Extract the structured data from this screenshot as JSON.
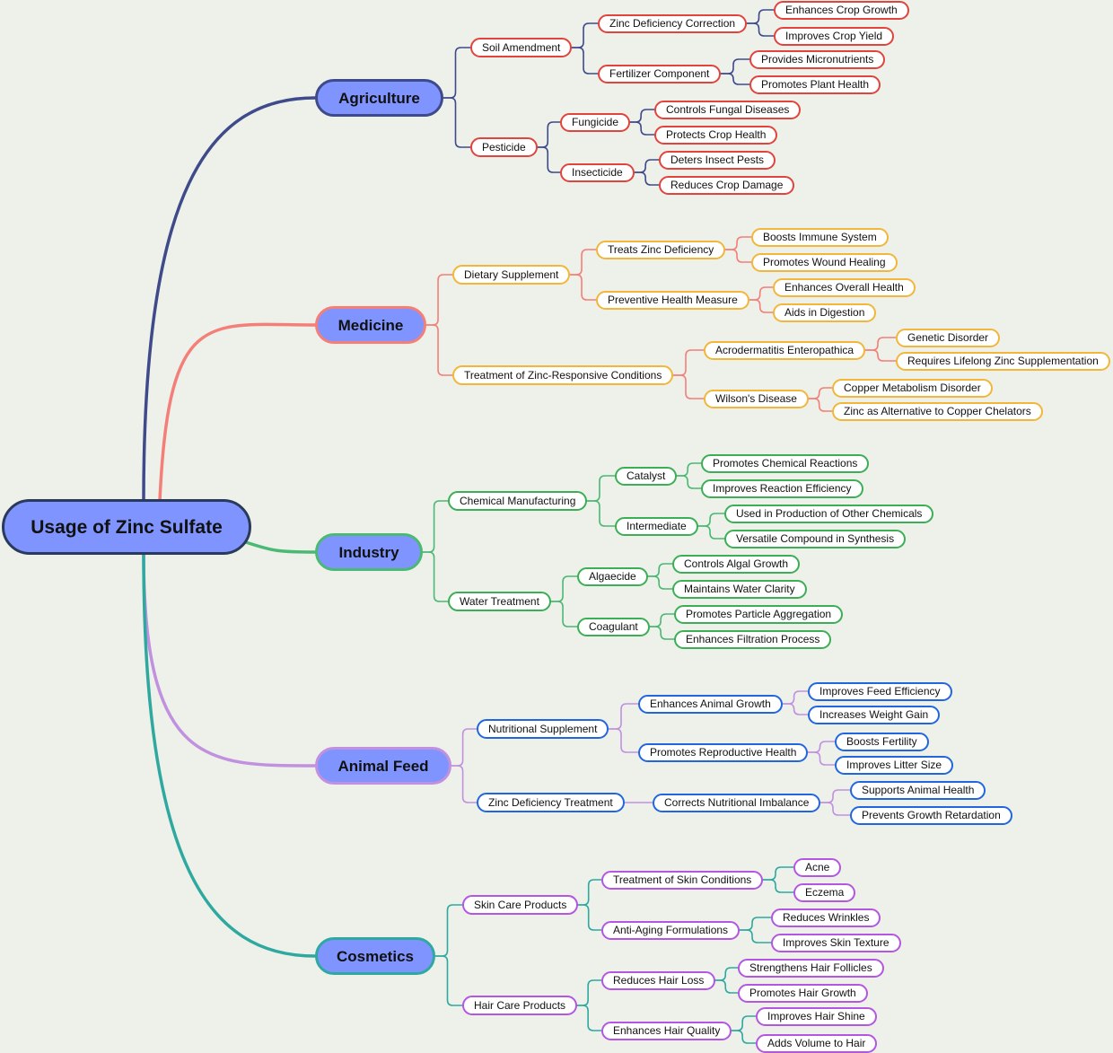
{
  "root": "Usage of Zinc Sulfate",
  "colors": {
    "background": "#edf1ea",
    "agriculture": "#3f4a8a",
    "medicine": "#f47f79",
    "industry": "#4bb874",
    "animal_feed": "#c191e0",
    "cosmetics": "#2fa9a0",
    "red_leaf": "#e0443c",
    "yellow_leaf": "#f2b63a",
    "green_leaf": "#3cae55",
    "blue_leaf": "#2266dd",
    "purple_leaf": "#b456e0",
    "root_border": "#2a3a5a",
    "main_fill": "#7f94ff"
  },
  "branches": [
    {
      "label": "Agriculture",
      "color": "#3f4a8a",
      "leaf_color": "#e0443c",
      "children": [
        {
          "label": "Soil Amendment",
          "children": [
            {
              "label": "Zinc Deficiency Correction",
              "children": [
                {
                  "label": "Enhances Crop Growth"
                },
                {
                  "label": "Improves Crop Yield"
                }
              ]
            },
            {
              "label": "Fertilizer Component",
              "children": [
                {
                  "label": "Provides Micronutrients"
                },
                {
                  "label": "Promotes Plant Health"
                }
              ]
            }
          ]
        },
        {
          "label": "Pesticide",
          "children": [
            {
              "label": "Fungicide",
              "children": [
                {
                  "label": "Controls Fungal Diseases"
                },
                {
                  "label": "Protects Crop Health"
                }
              ]
            },
            {
              "label": "Insecticide",
              "children": [
                {
                  "label": "Deters Insect Pests"
                },
                {
                  "label": "Reduces Crop Damage"
                }
              ]
            }
          ]
        }
      ]
    },
    {
      "label": "Medicine",
      "color": "#f47f79",
      "leaf_color": "#f2b63a",
      "children": [
        {
          "label": "Dietary Supplement",
          "children": [
            {
              "label": "Treats Zinc Deficiency",
              "children": [
                {
                  "label": "Boosts Immune System"
                },
                {
                  "label": "Promotes Wound Healing"
                }
              ]
            },
            {
              "label": "Preventive Health Measure",
              "children": [
                {
                  "label": "Enhances Overall Health"
                },
                {
                  "label": "Aids in Digestion"
                }
              ]
            }
          ]
        },
        {
          "label": "Treatment of Zinc-Responsive Conditions",
          "children": [
            {
              "label": "Acrodermatitis Enteropathica",
              "children": [
                {
                  "label": "Genetic Disorder"
                },
                {
                  "label": "Requires Lifelong Zinc Supplementation"
                }
              ]
            },
            {
              "label": "Wilson's Disease",
              "children": [
                {
                  "label": "Copper Metabolism Disorder"
                },
                {
                  "label": "Zinc as Alternative to Copper Chelators"
                }
              ]
            }
          ]
        }
      ]
    },
    {
      "label": "Industry",
      "color": "#4bb874",
      "leaf_color": "#3cae55",
      "children": [
        {
          "label": "Chemical Manufacturing",
          "children": [
            {
              "label": "Catalyst",
              "children": [
                {
                  "label": "Promotes Chemical Reactions"
                },
                {
                  "label": "Improves Reaction Efficiency"
                }
              ]
            },
            {
              "label": "Intermediate",
              "children": [
                {
                  "label": "Used in Production of Other Chemicals"
                },
                {
                  "label": "Versatile Compound in Synthesis"
                }
              ]
            }
          ]
        },
        {
          "label": "Water Treatment",
          "children": [
            {
              "label": "Algaecide",
              "children": [
                {
                  "label": "Controls Algal Growth"
                },
                {
                  "label": "Maintains Water Clarity"
                }
              ]
            },
            {
              "label": "Coagulant",
              "children": [
                {
                  "label": "Promotes Particle Aggregation"
                },
                {
                  "label": "Enhances Filtration Process"
                }
              ]
            }
          ]
        }
      ]
    },
    {
      "label": "Animal Feed",
      "color": "#c191e0",
      "leaf_color": "#2266dd",
      "children": [
        {
          "label": "Nutritional Supplement",
          "children": [
            {
              "label": "Enhances Animal Growth",
              "children": [
                {
                  "label": "Improves Feed Efficiency"
                },
                {
                  "label": "Increases Weight Gain"
                }
              ]
            },
            {
              "label": "Promotes Reproductive Health",
              "children": [
                {
                  "label": "Boosts Fertility"
                },
                {
                  "label": "Improves Litter Size"
                }
              ]
            }
          ]
        },
        {
          "label": "Zinc Deficiency Treatment",
          "children": [
            {
              "label": "Corrects Nutritional Imbalance",
              "children": [
                {
                  "label": "Supports Animal Health"
                },
                {
                  "label": "Prevents Growth Retardation"
                }
              ]
            }
          ]
        }
      ]
    },
    {
      "label": "Cosmetics",
      "color": "#2fa9a0",
      "leaf_color": "#b456e0",
      "children": [
        {
          "label": "Skin Care Products",
          "children": [
            {
              "label": "Treatment of Skin Conditions",
              "children": [
                {
                  "label": "Acne"
                },
                {
                  "label": "Eczema"
                }
              ]
            },
            {
              "label": "Anti-Aging Formulations",
              "children": [
                {
                  "label": "Reduces Wrinkles"
                },
                {
                  "label": "Improves Skin Texture"
                }
              ]
            }
          ]
        },
        {
          "label": "Hair Care Products",
          "children": [
            {
              "label": "Reduces Hair Loss",
              "children": [
                {
                  "label": "Strengthens Hair Follicles"
                },
                {
                  "label": "Promotes Hair Growth"
                }
              ]
            },
            {
              "label": "Enhances Hair Quality",
              "children": [
                {
                  "label": "Improves Hair Shine"
                },
                {
                  "label": "Adds Volume to Hair"
                }
              ]
            }
          ]
        }
      ]
    }
  ]
}
